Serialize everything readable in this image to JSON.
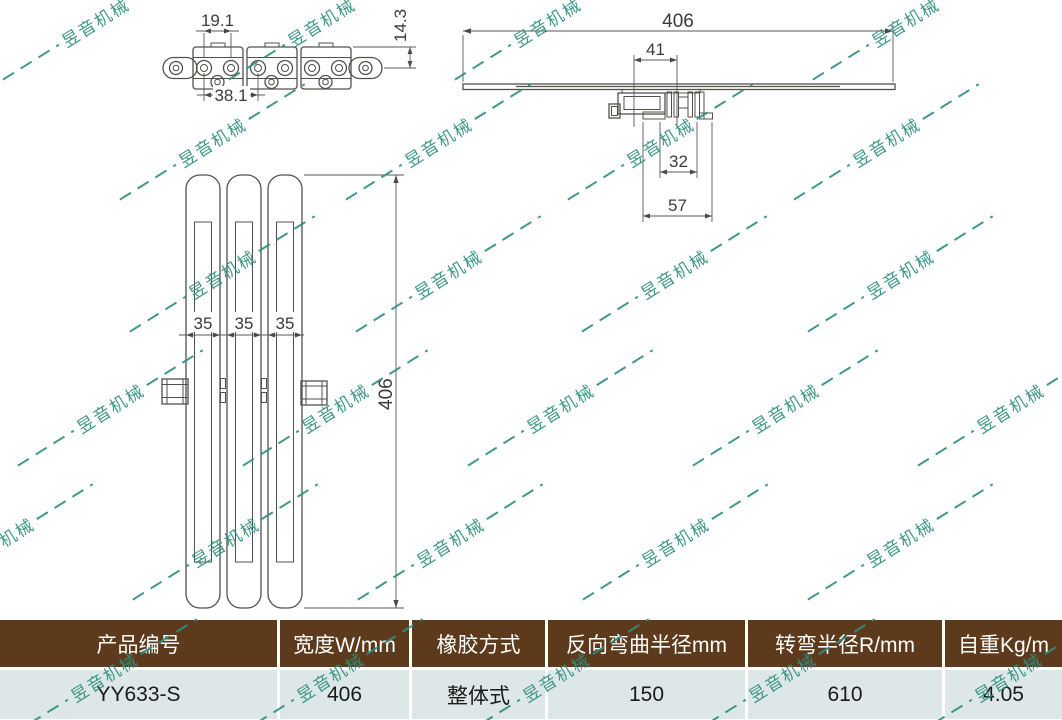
{
  "watermark": {
    "text": "昱音机械",
    "color": "#2e8f7f"
  },
  "drawing": {
    "side_view": {
      "dim_roller_pitch": "19.1",
      "dim_link_pitch": "38.1",
      "dim_height": "14.3"
    },
    "end_view": {
      "dim_plate_width": "406",
      "dim_link_width": "41",
      "dim_inner_width": "32",
      "dim_outer_width": "57"
    },
    "plan_view": {
      "dim_plate1_width": "35",
      "dim_plate2_width": "35",
      "dim_plate3_width": "35",
      "dim_plate_length": "406"
    }
  },
  "spec_table": {
    "header_bg": "#5e3a1c",
    "row_bg": "#dde7e8",
    "headers": [
      "产品编号",
      "宽度W/mm",
      "橡胶方式",
      "反向弯曲半径mm",
      "转弯半径R/mm",
      "自重Kg/m"
    ],
    "row": [
      "YY633-S",
      "406",
      "整体式",
      "150",
      "610",
      "4.05"
    ]
  }
}
